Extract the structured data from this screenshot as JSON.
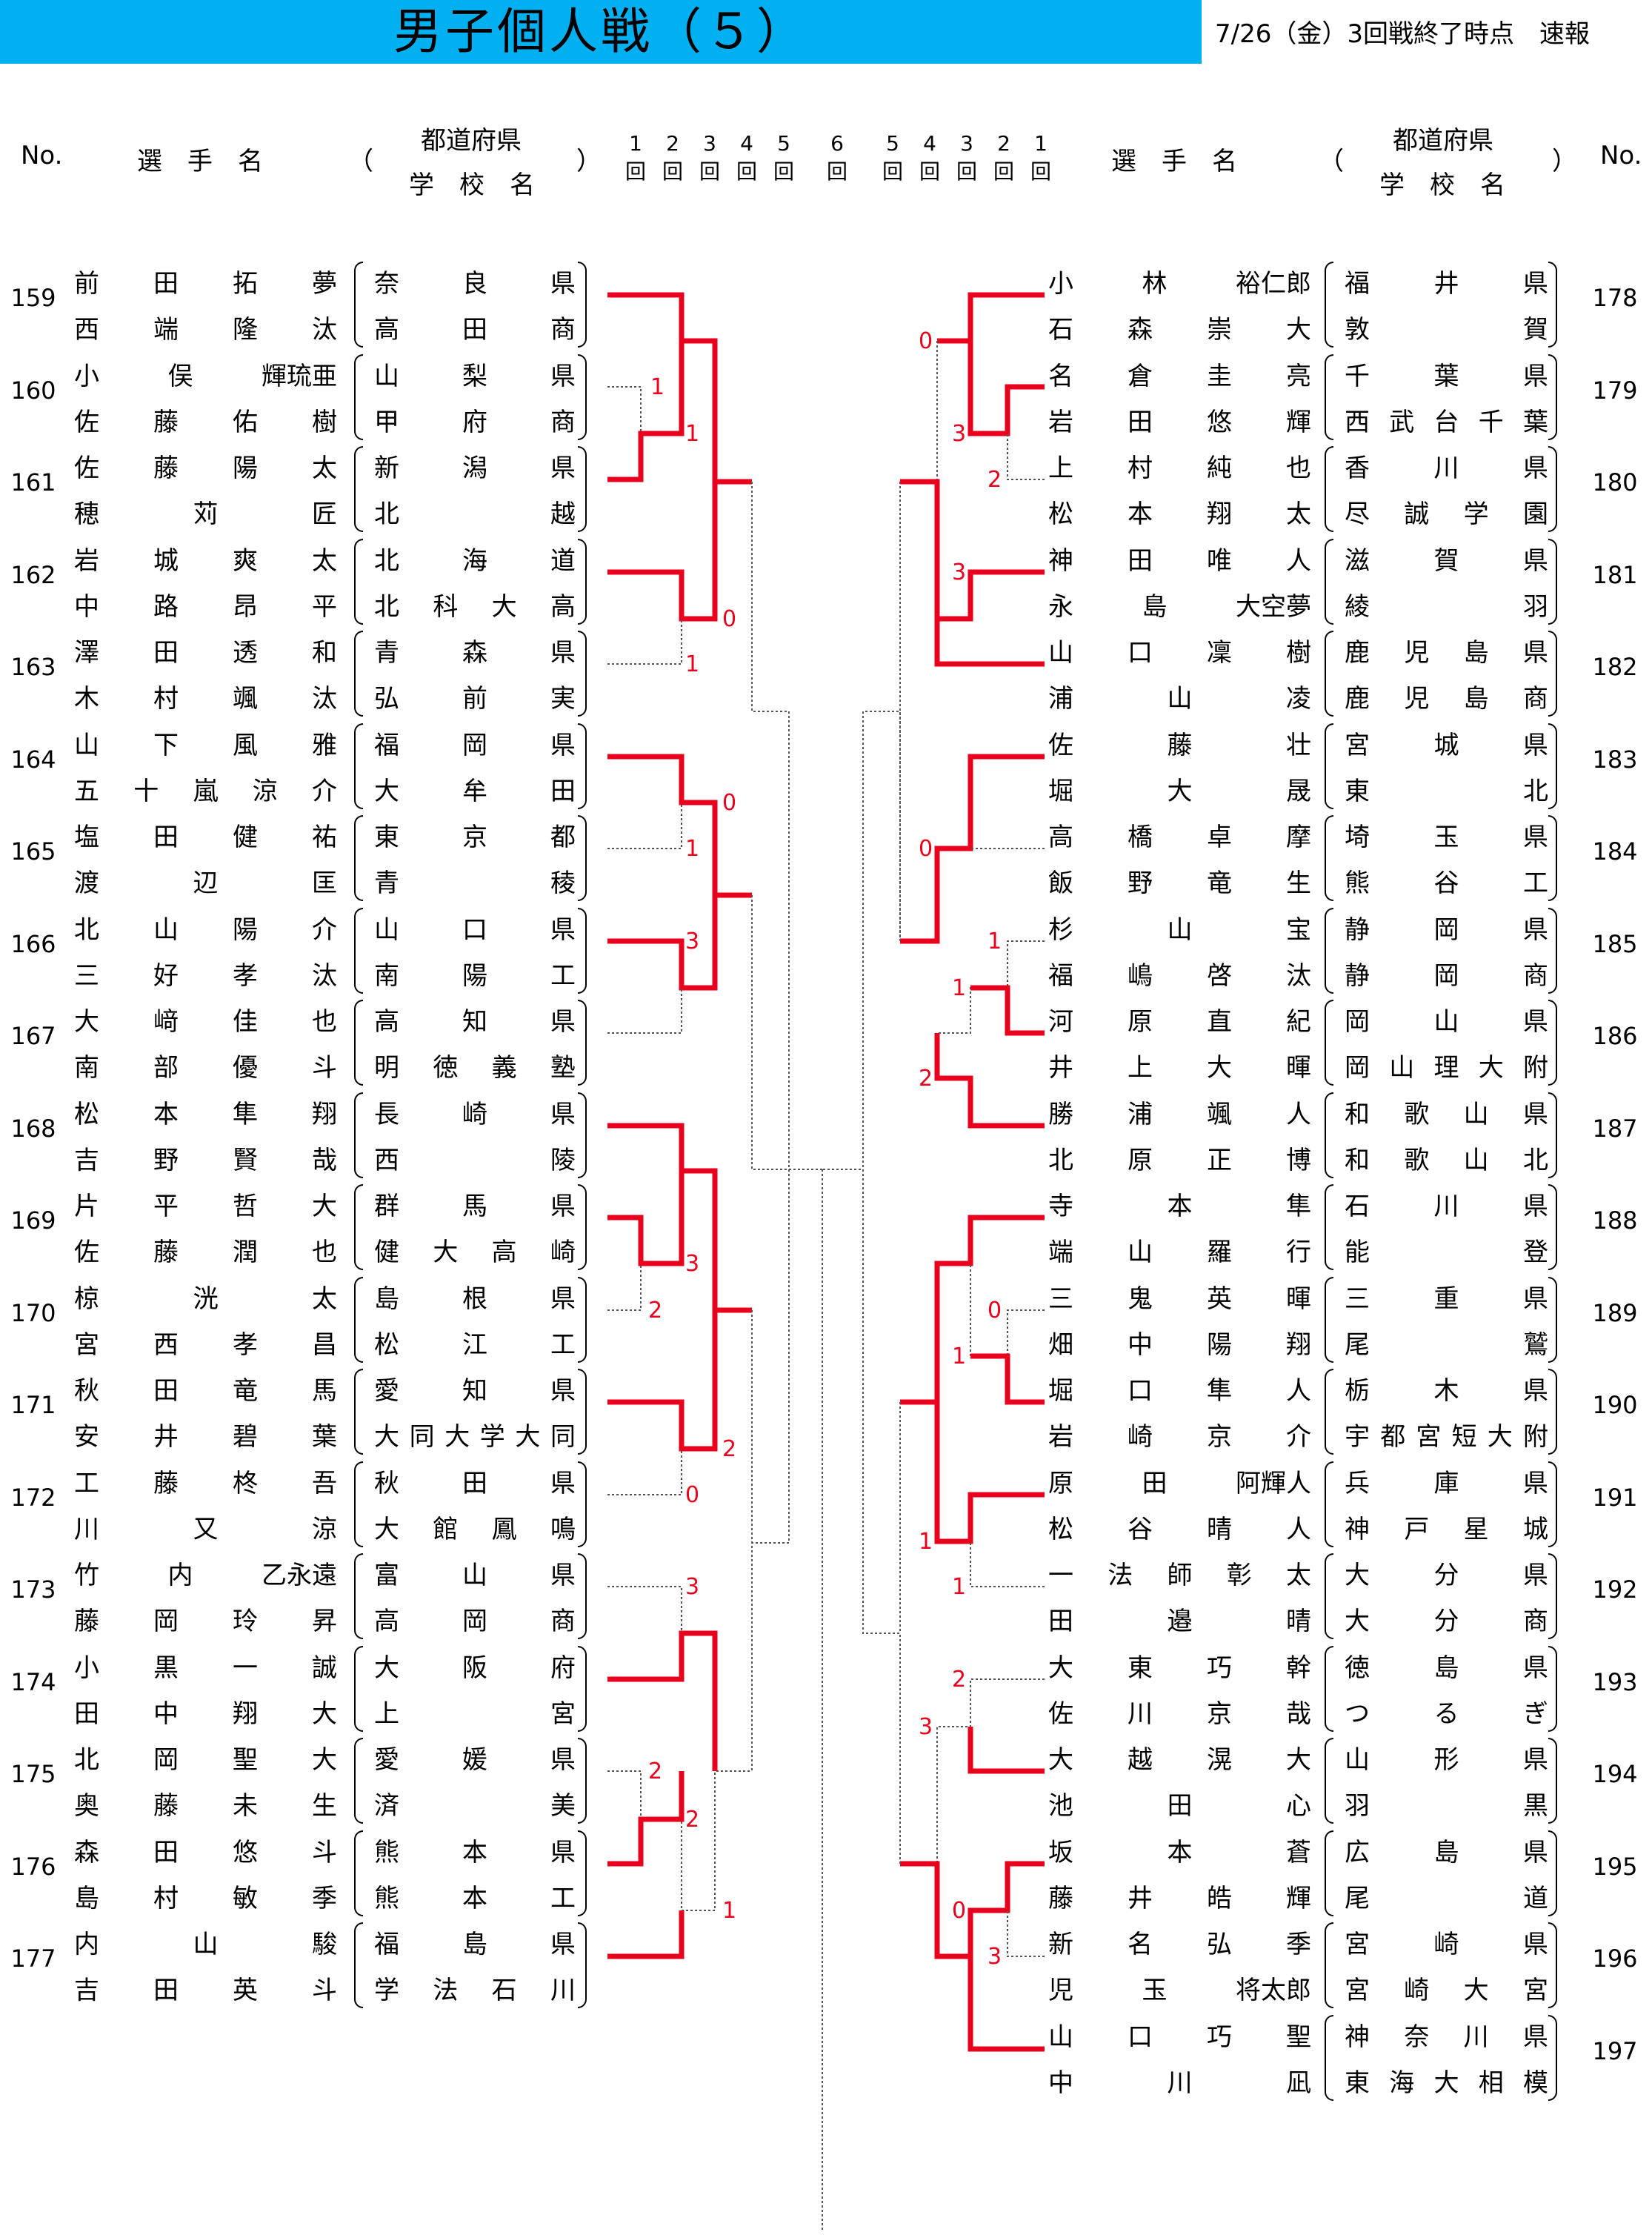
{
  "title": "男子個人戦（５）",
  "status": "7/26（金）3回戦終了時点　速報",
  "header": {
    "no": "No.",
    "player": "選　手　名",
    "open_paren": "（",
    "close_paren": "）",
    "pref": "都道府県",
    "school": "学　校　名",
    "rounds_left": [
      "1",
      "2",
      "3",
      "4",
      "5",
      "6"
    ],
    "rounds_right": [
      "5",
      "4",
      "3",
      "2",
      "1"
    ],
    "round_suffix": "回"
  },
  "left_matches": [
    {
      "no": "159",
      "p1": {
        "name": [
          "前",
          "田",
          "拓",
          "夢"
        ],
        "school": [
          "奈",
          "良",
          "県"
        ]
      },
      "p2": {
        "name": [
          "西",
          "端",
          "隆",
          "汰"
        ],
        "school": [
          "高",
          "田",
          "商"
        ]
      }
    },
    {
      "no": "160",
      "p1": {
        "name": [
          "小",
          "俣",
          "輝琉亜"
        ],
        "school": [
          "山",
          "梨",
          "県"
        ]
      },
      "p2": {
        "name": [
          "佐",
          "藤",
          "佑",
          "樹"
        ],
        "school": [
          "甲",
          "府",
          "商"
        ]
      }
    },
    {
      "no": "161",
      "p1": {
        "name": [
          "佐",
          "藤",
          "陽",
          "太"
        ],
        "school": [
          "新",
          "潟",
          "県"
        ]
      },
      "p2": {
        "name": [
          "穂",
          "苅",
          "匠"
        ],
        "school": [
          "北",
          "越"
        ]
      }
    },
    {
      "no": "162",
      "p1": {
        "name": [
          "岩",
          "城",
          "爽",
          "太"
        ],
        "school": [
          "北",
          "海",
          "道"
        ]
      },
      "p2": {
        "name": [
          "中",
          "路",
          "昂",
          "平"
        ],
        "school": [
          "北",
          "科",
          "大",
          "高"
        ]
      }
    },
    {
      "no": "163",
      "p1": {
        "name": [
          "澤",
          "田",
          "透",
          "和"
        ],
        "school": [
          "青",
          "森",
          "県"
        ]
      },
      "p2": {
        "name": [
          "木",
          "村",
          "颯",
          "汰"
        ],
        "school": [
          "弘",
          "前",
          "実"
        ]
      }
    },
    {
      "no": "164",
      "p1": {
        "name": [
          "山",
          "下",
          "風",
          "雅"
        ],
        "school": [
          "福",
          "岡",
          "県"
        ]
      },
      "p2": {
        "name": [
          "五",
          "十",
          "嵐",
          "涼",
          "介"
        ],
        "school": [
          "大",
          "牟",
          "田"
        ]
      }
    },
    {
      "no": "165",
      "p1": {
        "name": [
          "塩",
          "田",
          "健",
          "祐"
        ],
        "school": [
          "東",
          "京",
          "都"
        ]
      },
      "p2": {
        "name": [
          "渡",
          "辺",
          "匡"
        ],
        "school": [
          "青",
          "稜"
        ]
      }
    },
    {
      "no": "166",
      "p1": {
        "name": [
          "北",
          "山",
          "陽",
          "介"
        ],
        "school": [
          "山",
          "口",
          "県"
        ]
      },
      "p2": {
        "name": [
          "三",
          "好",
          "孝",
          "汰"
        ],
        "school": [
          "南",
          "陽",
          "工"
        ]
      }
    },
    {
      "no": "167",
      "p1": {
        "name": [
          "大",
          "﨑",
          "佳",
          "也"
        ],
        "school": [
          "高",
          "知",
          "県"
        ]
      },
      "p2": {
        "name": [
          "南",
          "部",
          "優",
          "斗"
        ],
        "school": [
          "明",
          "徳",
          "義",
          "塾"
        ]
      }
    },
    {
      "no": "168",
      "p1": {
        "name": [
          "松",
          "本",
          "隼",
          "翔"
        ],
        "school": [
          "長",
          "崎",
          "県"
        ]
      },
      "p2": {
        "name": [
          "吉",
          "野",
          "賢",
          "哉"
        ],
        "school": [
          "西",
          "陵"
        ]
      }
    },
    {
      "no": "169",
      "p1": {
        "name": [
          "片",
          "平",
          "哲",
          "大"
        ],
        "school": [
          "群",
          "馬",
          "県"
        ]
      },
      "p2": {
        "name": [
          "佐",
          "藤",
          "潤",
          "也"
        ],
        "school": [
          "健",
          "大",
          "高",
          "崎"
        ]
      }
    },
    {
      "no": "170",
      "p1": {
        "name": [
          "椋",
          "洸",
          "太"
        ],
        "school": [
          "島",
          "根",
          "県"
        ]
      },
      "p2": {
        "name": [
          "宮",
          "西",
          "孝",
          "昌"
        ],
        "school": [
          "松",
          "江",
          "工"
        ]
      }
    },
    {
      "no": "171",
      "p1": {
        "name": [
          "秋",
          "田",
          "竜",
          "馬"
        ],
        "school": [
          "愛",
          "知",
          "県"
        ]
      },
      "p2": {
        "name": [
          "安",
          "井",
          "碧",
          "葉"
        ],
        "school": [
          "大",
          "同",
          "大",
          "学",
          "大",
          "同"
        ]
      }
    },
    {
      "no": "172",
      "p1": {
        "name": [
          "工",
          "藤",
          "柊",
          "吾"
        ],
        "school": [
          "秋",
          "田",
          "県"
        ]
      },
      "p2": {
        "name": [
          "川",
          "又",
          "涼"
        ],
        "school": [
          "大",
          "館",
          "鳳",
          "鳴"
        ]
      }
    },
    {
      "no": "173",
      "p1": {
        "name": [
          "竹",
          "内",
          "乙永遠"
        ],
        "school": [
          "富",
          "山",
          "県"
        ]
      },
      "p2": {
        "name": [
          "藤",
          "岡",
          "玲",
          "昇"
        ],
        "school": [
          "高",
          "岡",
          "商"
        ]
      }
    },
    {
      "no": "174",
      "p1": {
        "name": [
          "小",
          "黒",
          "一",
          "誠"
        ],
        "school": [
          "大",
          "阪",
          "府"
        ]
      },
      "p2": {
        "name": [
          "田",
          "中",
          "翔",
          "大"
        ],
        "school": [
          "上",
          "宮"
        ]
      }
    },
    {
      "no": "175",
      "p1": {
        "name": [
          "北",
          "岡",
          "聖",
          "大"
        ],
        "school": [
          "愛",
          "媛",
          "県"
        ]
      },
      "p2": {
        "name": [
          "奥",
          "藤",
          "未",
          "生"
        ],
        "school": [
          "済",
          "美"
        ]
      }
    },
    {
      "no": "176",
      "p1": {
        "name": [
          "森",
          "田",
          "悠",
          "斗"
        ],
        "school": [
          "熊",
          "本",
          "県"
        ]
      },
      "p2": {
        "name": [
          "島",
          "村",
          "敏",
          "季"
        ],
        "school": [
          "熊",
          "本",
          "工"
        ]
      }
    },
    {
      "no": "177",
      "p1": {
        "name": [
          "内",
          "山",
          "駿"
        ],
        "school": [
          "福",
          "島",
          "県"
        ]
      },
      "p2": {
        "name": [
          "吉",
          "田",
          "英",
          "斗"
        ],
        "school": [
          "学",
          "法",
          "石",
          "川"
        ]
      }
    }
  ],
  "right_matches": [
    {
      "no": "178",
      "p1": {
        "name": [
          "小",
          "林",
          "裕仁郎"
        ],
        "school": [
          "福",
          "井",
          "県"
        ]
      },
      "p2": {
        "name": [
          "石",
          "森",
          "崇",
          "大"
        ],
        "school": [
          "敦",
          "賀"
        ]
      }
    },
    {
      "no": "179",
      "p1": {
        "name": [
          "名",
          "倉",
          "圭",
          "亮"
        ],
        "school": [
          "千",
          "葉",
          "県"
        ]
      },
      "p2": {
        "name": [
          "岩",
          "田",
          "悠",
          "輝"
        ],
        "school": [
          "西",
          "武",
          "台",
          "千",
          "葉"
        ]
      }
    },
    {
      "no": "180",
      "p1": {
        "name": [
          "上",
          "村",
          "純",
          "也"
        ],
        "school": [
          "香",
          "川",
          "県"
        ]
      },
      "p2": {
        "name": [
          "松",
          "本",
          "翔",
          "太"
        ],
        "school": [
          "尽",
          "誠",
          "学",
          "園"
        ]
      }
    },
    {
      "no": "181",
      "p1": {
        "name": [
          "神",
          "田",
          "唯",
          "人"
        ],
        "school": [
          "滋",
          "賀",
          "県"
        ]
      },
      "p2": {
        "name": [
          "永",
          "島",
          "大空夢"
        ],
        "school": [
          "綾",
          "羽"
        ]
      }
    },
    {
      "no": "182",
      "p1": {
        "name": [
          "山",
          "口",
          "凜",
          "樹"
        ],
        "school": [
          "鹿",
          "児",
          "島",
          "県"
        ]
      },
      "p2": {
        "name": [
          "浦",
          "山",
          "凌"
        ],
        "school": [
          "鹿",
          "児",
          "島",
          "商"
        ]
      }
    },
    {
      "no": "183",
      "p1": {
        "name": [
          "佐",
          "藤",
          "壮"
        ],
        "school": [
          "宮",
          "城",
          "県"
        ]
      },
      "p2": {
        "name": [
          "堀",
          "大",
          "晟"
        ],
        "school": [
          "東",
          "北"
        ]
      }
    },
    {
      "no": "184",
      "p1": {
        "name": [
          "高",
          "橋",
          "卓",
          "摩"
        ],
        "school": [
          "埼",
          "玉",
          "県"
        ]
      },
      "p2": {
        "name": [
          "飯",
          "野",
          "竜",
          "生"
        ],
        "school": [
          "熊",
          "谷",
          "工"
        ]
      }
    },
    {
      "no": "185",
      "p1": {
        "name": [
          "杉",
          "山",
          "宝"
        ],
        "school": [
          "静",
          "岡",
          "県"
        ]
      },
      "p2": {
        "name": [
          "福",
          "嶋",
          "啓",
          "汰"
        ],
        "school": [
          "静",
          "岡",
          "商"
        ]
      }
    },
    {
      "no": "186",
      "p1": {
        "name": [
          "河",
          "原",
          "直",
          "紀"
        ],
        "school": [
          "岡",
          "山",
          "県"
        ]
      },
      "p2": {
        "name": [
          "井",
          "上",
          "大",
          "暉"
        ],
        "school": [
          "岡",
          "山",
          "理",
          "大",
          "附"
        ]
      }
    },
    {
      "no": "187",
      "p1": {
        "name": [
          "勝",
          "浦",
          "颯",
          "人"
        ],
        "school": [
          "和",
          "歌",
          "山",
          "県"
        ]
      },
      "p2": {
        "name": [
          "北",
          "原",
          "正",
          "博"
        ],
        "school": [
          "和",
          "歌",
          "山",
          "北"
        ]
      }
    },
    {
      "no": "188",
      "p1": {
        "name": [
          "寺",
          "本",
          "隼"
        ],
        "school": [
          "石",
          "川",
          "県"
        ]
      },
      "p2": {
        "name": [
          "端",
          "山",
          "羅",
          "行"
        ],
        "school": [
          "能",
          "登"
        ]
      }
    },
    {
      "no": "189",
      "p1": {
        "name": [
          "三",
          "鬼",
          "英",
          "暉"
        ],
        "school": [
          "三",
          "重",
          "県"
        ]
      },
      "p2": {
        "name": [
          "畑",
          "中",
          "陽",
          "翔"
        ],
        "school": [
          "尾",
          "鷲"
        ]
      }
    },
    {
      "no": "190",
      "p1": {
        "name": [
          "堀",
          "口",
          "隼",
          "人"
        ],
        "school": [
          "栃",
          "木",
          "県"
        ]
      },
      "p2": {
        "name": [
          "岩",
          "崎",
          "京",
          "介"
        ],
        "school": [
          "宇",
          "都",
          "宮",
          "短",
          "大",
          "附"
        ]
      }
    },
    {
      "no": "191",
      "p1": {
        "name": [
          "原",
          "田",
          "阿輝人"
        ],
        "school": [
          "兵",
          "庫",
          "県"
        ]
      },
      "p2": {
        "name": [
          "松",
          "谷",
          "晴",
          "人"
        ],
        "school": [
          "神",
          "戸",
          "星",
          "城"
        ]
      }
    },
    {
      "no": "192",
      "p1": {
        "name": [
          "一",
          "法",
          "師",
          "彰",
          "太"
        ],
        "school": [
          "大",
          "分",
          "県"
        ]
      },
      "p2": {
        "name": [
          "田",
          "邉",
          "晴"
        ],
        "school": [
          "大",
          "分",
          "商"
        ]
      }
    },
    {
      "no": "193",
      "p1": {
        "name": [
          "大",
          "東",
          "巧",
          "幹"
        ],
        "school": [
          "徳",
          "島",
          "県"
        ]
      },
      "p2": {
        "name": [
          "佐",
          "川",
          "京",
          "哉"
        ],
        "school": [
          "つ",
          "る",
          "ぎ"
        ]
      }
    },
    {
      "no": "194",
      "p1": {
        "name": [
          "大",
          "越",
          "滉",
          "大"
        ],
        "school": [
          "山",
          "形",
          "県"
        ]
      },
      "p2": {
        "name": [
          "池",
          "田",
          "心"
        ],
        "school": [
          "羽",
          "黒"
        ]
      }
    },
    {
      "no": "195",
      "p1": {
        "name": [
          "坂",
          "本",
          "蒼"
        ],
        "school": [
          "広",
          "島",
          "県"
        ]
      },
      "p2": {
        "name": [
          "藤",
          "井",
          "皓",
          "輝"
        ],
        "school": [
          "尾",
          "道"
        ]
      }
    },
    {
      "no": "196",
      "p1": {
        "name": [
          "新",
          "名",
          "弘",
          "季"
        ],
        "school": [
          "宮",
          "崎",
          "県"
        ]
      },
      "p2": {
        "name": [
          "児",
          "玉",
          "将太郎"
        ],
        "school": [
          "宮",
          "崎",
          "大",
          "宮"
        ]
      }
    },
    {
      "no": "197",
      "p1": {
        "name": [
          "山",
          "口",
          "巧",
          "聖"
        ],
        "school": [
          "神",
          "奈",
          "川",
          "県"
        ]
      },
      "p2": {
        "name": [
          "中",
          "川",
          "凪"
        ],
        "school": [
          "東",
          "海",
          "大",
          "相",
          "模"
        ]
      }
    }
  ],
  "left_scores": [
    "1",
    "1",
    "0",
    "1",
    "0",
    "1",
    "3",
    "3",
    "2",
    "2",
    "0",
    "3",
    "2",
    "2",
    "1"
  ],
  "right_scores": [
    "0",
    "3",
    "2",
    "3",
    "0",
    "1",
    "1",
    "2",
    "0",
    "1",
    "1",
    "1",
    "2",
    "3",
    "0",
    "3"
  ],
  "colors": {
    "title_band": "#00b0f0",
    "winner_line": "#e8001c",
    "bracket_line": "#555555"
  }
}
